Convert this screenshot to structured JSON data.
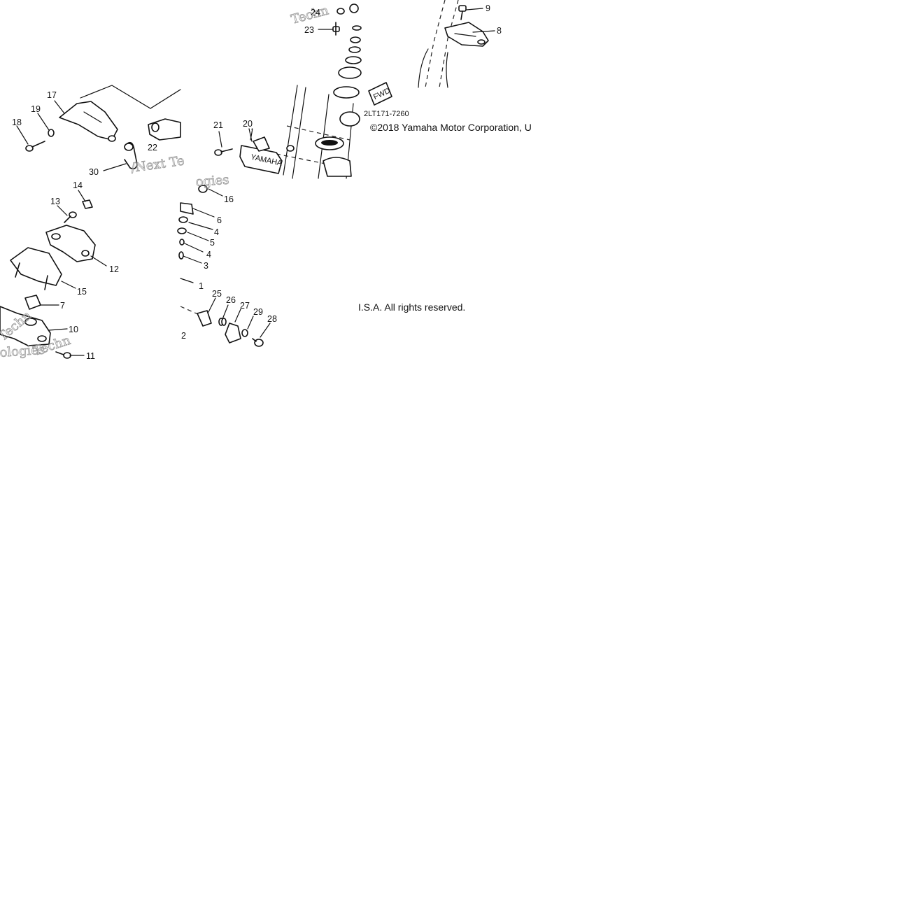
{
  "diagram": {
    "ref_code": "2LT171-7260",
    "copyright_left": "©2018 Yamaha Motor Corporation, U",
    "copyright_right": "I.S.A. All rights reserved.",
    "fwd_label": "FWD",
    "brand_stamp": "YAMAHA",
    "watermarks": [
      "Techn",
      "/Next Te",
      "ogies",
      "Techn",
      "ologies",
      "Techn"
    ],
    "part_numbers": [
      "1",
      "2",
      "3",
      "4",
      "4",
      "5",
      "6",
      "7",
      "8",
      "9",
      "10",
      "11",
      "12",
      "13",
      "14",
      "15",
      "16",
      "17",
      "18",
      "19",
      "20",
      "21",
      "22",
      "23",
      "24",
      "25",
      "26",
      "27",
      "28",
      "29",
      "30"
    ]
  }
}
